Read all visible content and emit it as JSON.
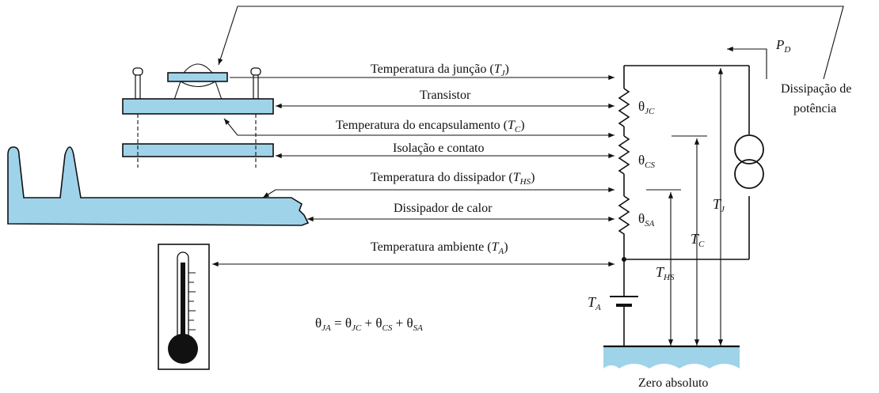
{
  "labels": {
    "junction_temp": "Temperatura da junção (",
    "junction_sym": "T",
    "junction_sub": "J",
    "transistor": "Transistor",
    "case_temp": "Temperatura do encapsulamento (",
    "case_sym": "T",
    "case_sub": "C",
    "insulation": "Isolação e contato",
    "sink_temp": "Temperatura do dissipador (",
    "sink_sym": "T",
    "sink_sub": "HS",
    "heat_sink": "Dissipador de calor",
    "ambient_temp": "Temperatura ambiente (",
    "ambient_sym": "T",
    "ambient_sub": "A",
    "close_paren": ")",
    "power_line1": "Dissipação de",
    "power_line2": "potência",
    "zero": "Zero absoluto"
  },
  "circuit": {
    "theta": "θ",
    "r_jc": "JC",
    "r_cs": "CS",
    "r_sa": "SA",
    "pd": "P",
    "pd_sub": "D",
    "t": "T",
    "tj_sub": "J",
    "tc_sub": "C",
    "ths_sub": "HS",
    "ta_sub": "A"
  },
  "equation": {
    "lhs": "θ",
    "lhs_sub": "JA",
    "eq": " = ",
    "t1": "θ",
    "t1_sub": "JC",
    "plus1": "  + ",
    "t2": "θ",
    "t2_sub": "CS",
    "plus2": " + ",
    "t3": "θ",
    "t3_sub": "SA"
  },
  "colors": {
    "component_fill": "#9fd3ea",
    "ink": "#111111"
  }
}
